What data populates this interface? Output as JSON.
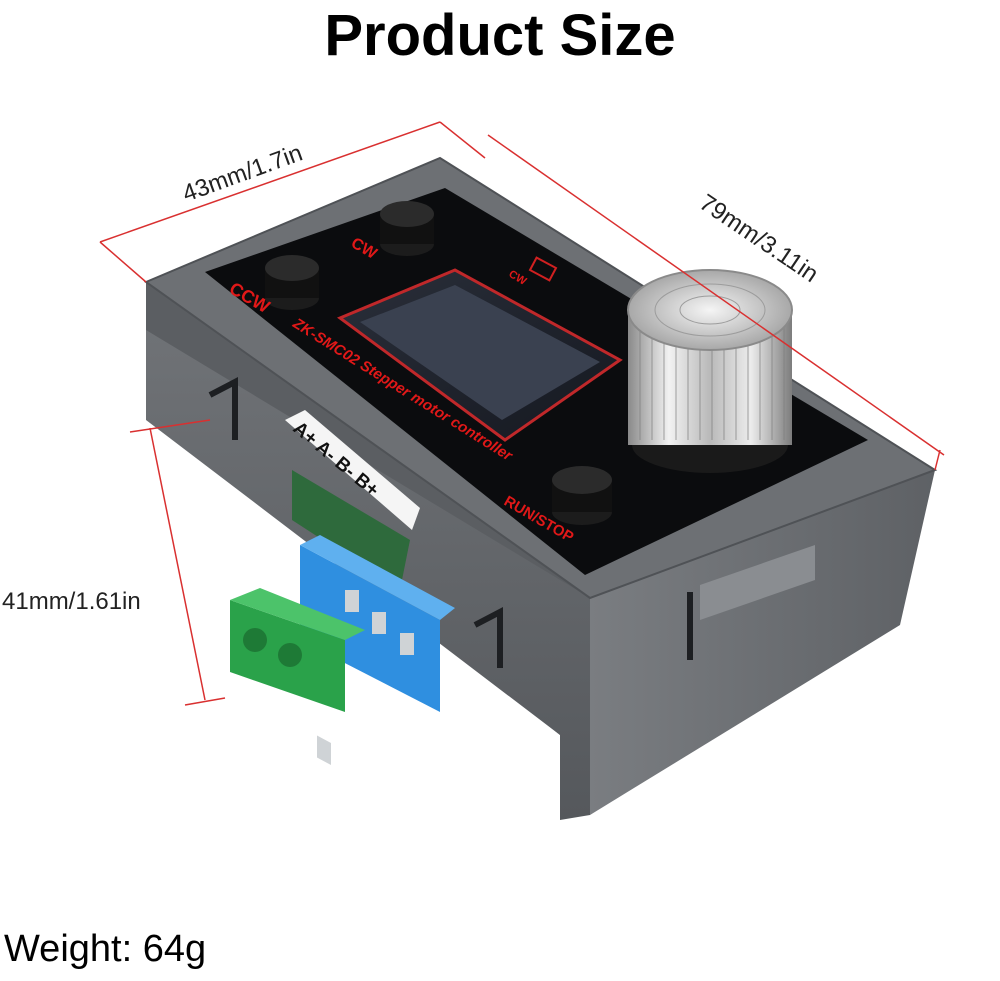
{
  "title": "Product Size",
  "weight": "Weight: 64g",
  "dimensions": {
    "width": "43mm/1.7in",
    "length": "79mm/3.11in",
    "height": "41mm/1.61in"
  },
  "device": {
    "model_text": "ZK-SMC02 Stepper motor controller",
    "button_ccw": "CCW",
    "button_cw": "CW",
    "screen_cw": "CW",
    "button_run_stop": "RUN/STOP",
    "terminal_label": "A+ A- B- B+"
  },
  "colors": {
    "dimension_line": "#d93030",
    "label_red": "#e01818",
    "enclosure": "#6b6e72"
  }
}
